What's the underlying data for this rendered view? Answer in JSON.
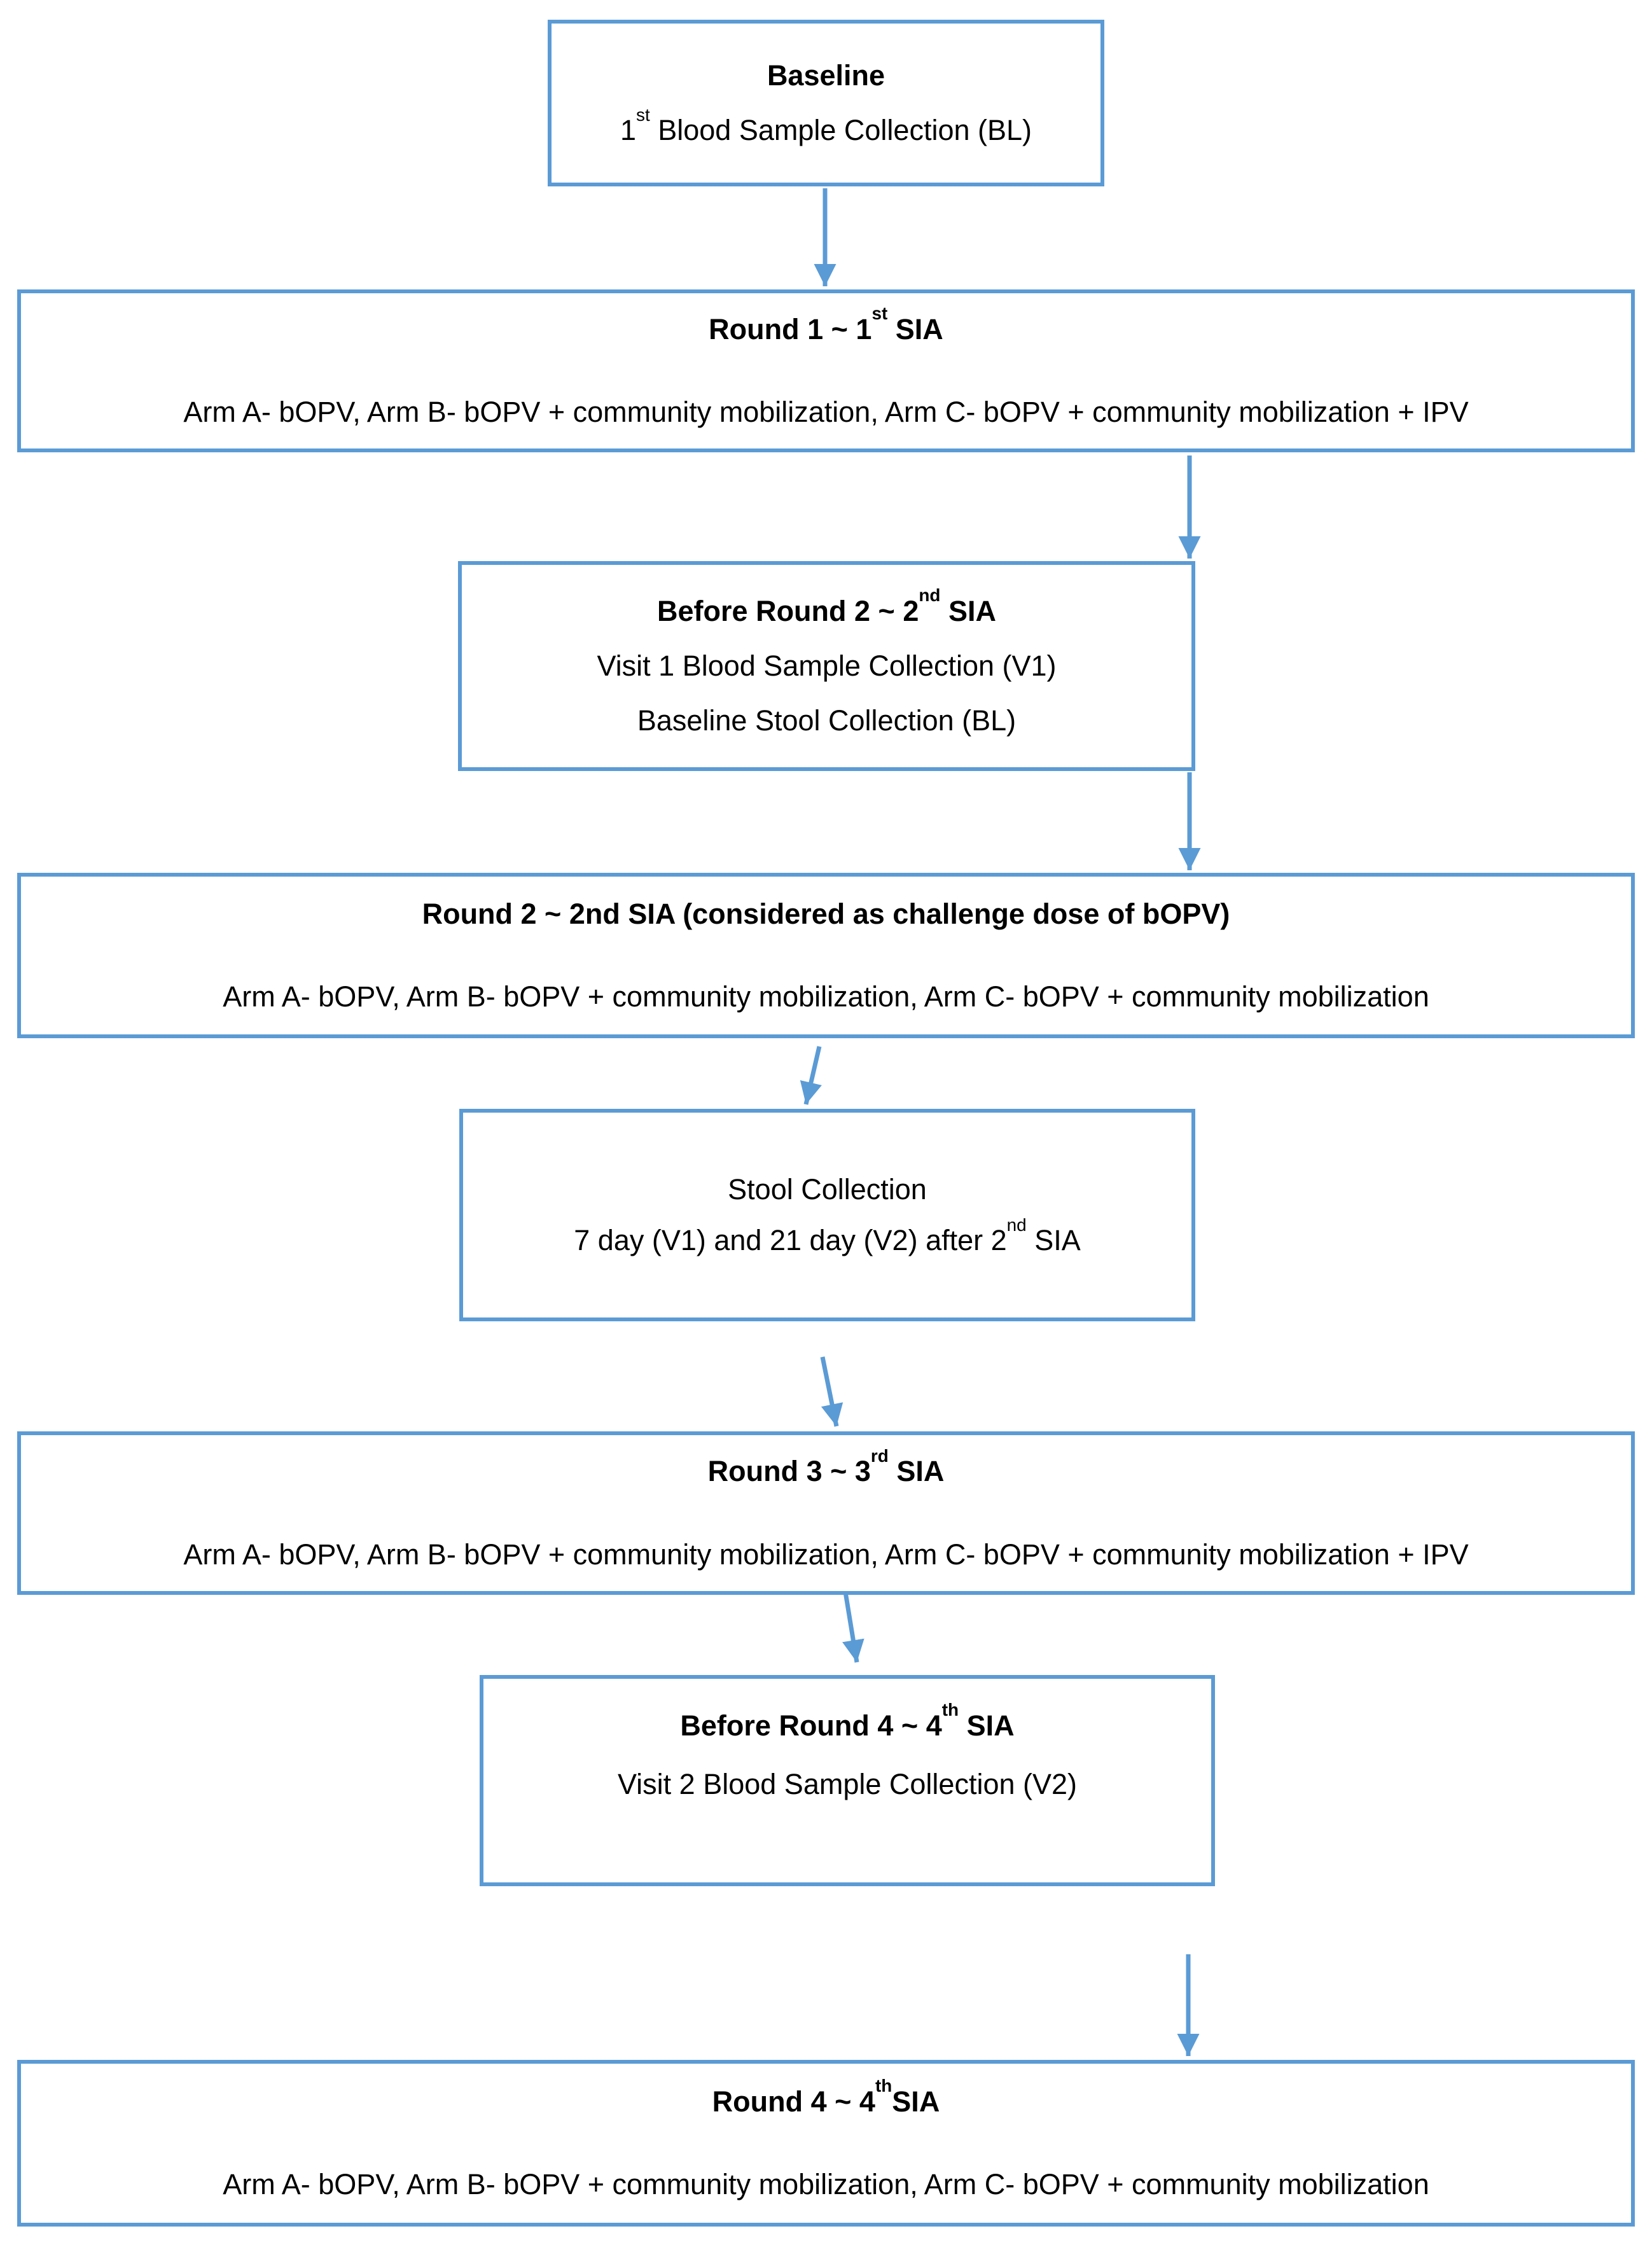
{
  "colors": {
    "accent": "#5B9BD5",
    "text": "#000000"
  },
  "boxes": {
    "baseline": {
      "title": "Baseline",
      "line2_pre": "1",
      "line2_sup": "st",
      "line2_post": " Blood Sample Collection (BL)"
    },
    "round1": {
      "title_pre": "Round 1 ~ 1",
      "title_sup": "st",
      "title_post": " SIA",
      "body": "Arm A- bOPV, Arm B- bOPV + community mobilization, Arm C- bOPV + community mobilization + IPV"
    },
    "before_round2": {
      "title_pre": "Before Round 2 ~ 2",
      "title_sup": "nd",
      "title_post": " SIA",
      "line2": "Visit 1 Blood Sample Collection (V1)",
      "line3": "Baseline Stool Collection (BL)"
    },
    "round2": {
      "title": "Round 2 ~ 2nd SIA (considered as challenge dose of bOPV)",
      "body": "Arm A- bOPV, Arm B- bOPV + community mobilization, Arm C- bOPV + community mobilization"
    },
    "stool": {
      "line1": "Stool Collection",
      "line2_pre": "7 day (V1) and 21 day (V2) after 2",
      "line2_sup": "nd",
      "line2_post": " SIA"
    },
    "round3": {
      "title_pre": "Round 3 ~ 3",
      "title_sup": "rd",
      "title_post": " SIA",
      "body": "Arm A- bOPV, Arm B- bOPV + community mobilization, Arm C- bOPV + community mobilization + IPV"
    },
    "before_round4": {
      "title_pre": "Before Round 4 ~ 4",
      "title_sup": "th",
      "title_post": " SIA",
      "line2": "Visit 2 Blood Sample Collection (V2)"
    },
    "round4": {
      "title_pre": "Round 4 ~ 4",
      "title_sup": "th",
      "title_post": "SIA",
      "body": "Arm A- bOPV, Arm B- bOPV + community mobilization, Arm C- bOPV + community mobilization"
    }
  }
}
